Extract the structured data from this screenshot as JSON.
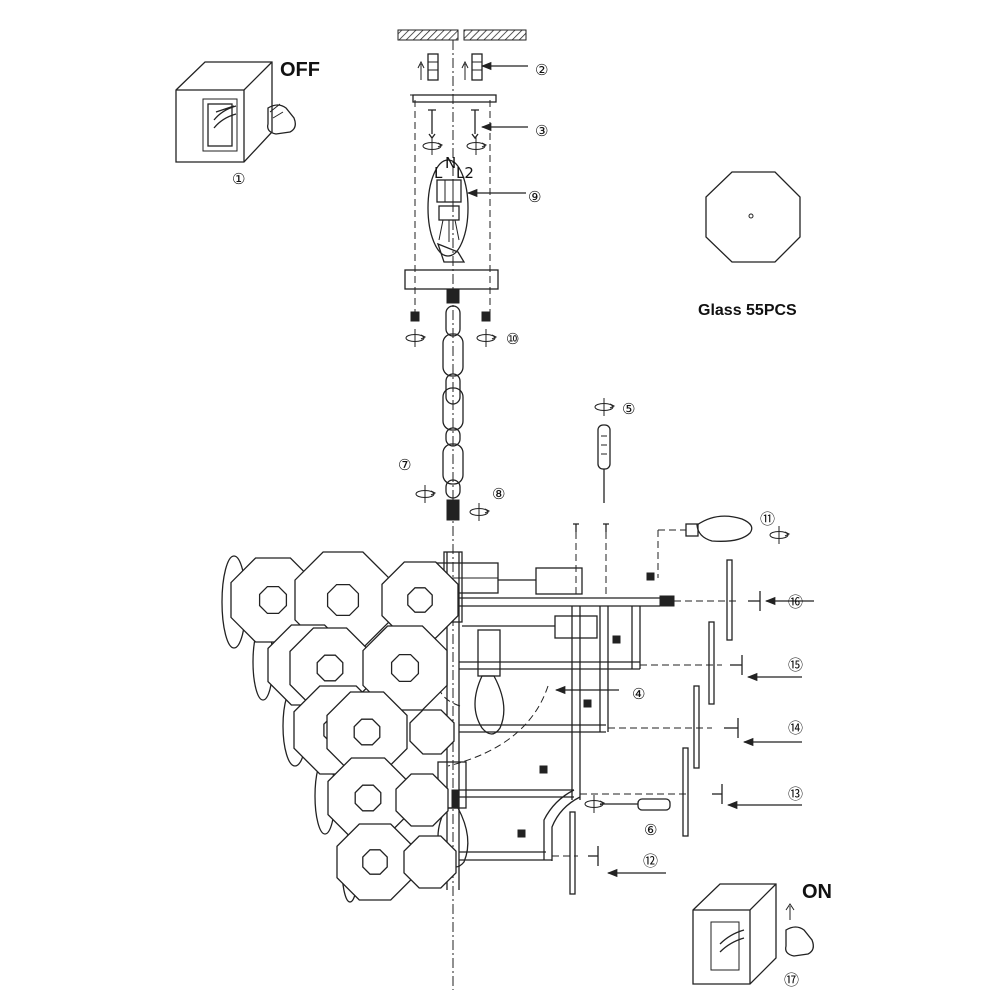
{
  "labels": {
    "switch_off": "OFF",
    "switch_on": "ON",
    "glass_count": "Glass 55PCS"
  },
  "callouts": [
    "①",
    "②",
    "③",
    "④",
    "⑤",
    "⑥",
    "⑦",
    "⑧",
    "⑨",
    "⑩",
    "⑪",
    "⑫",
    "⑬",
    "⑭",
    "⑮",
    "⑯",
    "⑰"
  ],
  "terminal_labels": {
    "left": "L",
    "earth": "N",
    "right": "L2"
  },
  "icons": [
    "rotate-icon",
    "arrow-up-icon",
    "hand-icon",
    "screwdriver-icon",
    "bulb-icon"
  ],
  "colors": {
    "line": "#222222",
    "background": "#ffffff"
  }
}
